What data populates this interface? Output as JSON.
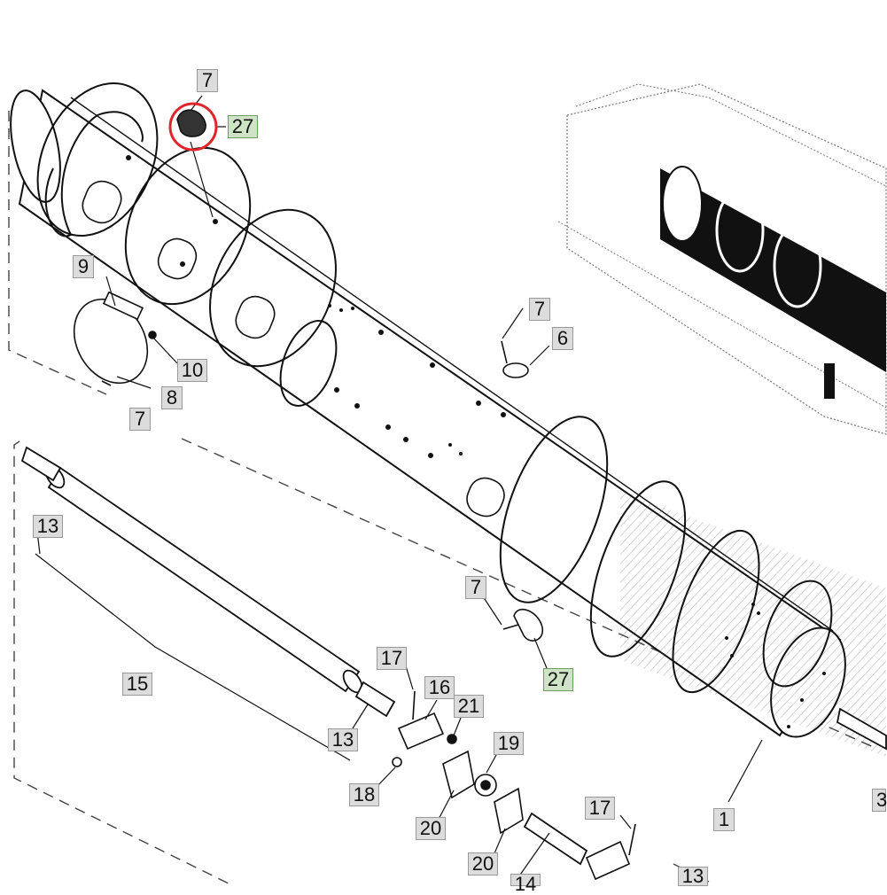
{
  "diagram": {
    "callouts": {
      "c7a": "7",
      "c27a": "27",
      "c9": "9",
      "c10": "10",
      "c8": "8",
      "c7b": "7",
      "c7c": "7",
      "c6": "6",
      "c13a": "13",
      "c15": "15",
      "c7d": "7",
      "c27b": "27",
      "c17a": "17",
      "c16": "16",
      "c21": "21",
      "c19": "19",
      "c13b": "13",
      "c18": "18",
      "c20a": "20",
      "c20b": "20",
      "c14": "14",
      "c17b": "17",
      "c13c": "13",
      "c1": "1",
      "c3": "3"
    },
    "highlight_color": "#cfe4c6",
    "selection_ring_color": "#e0262b"
  }
}
